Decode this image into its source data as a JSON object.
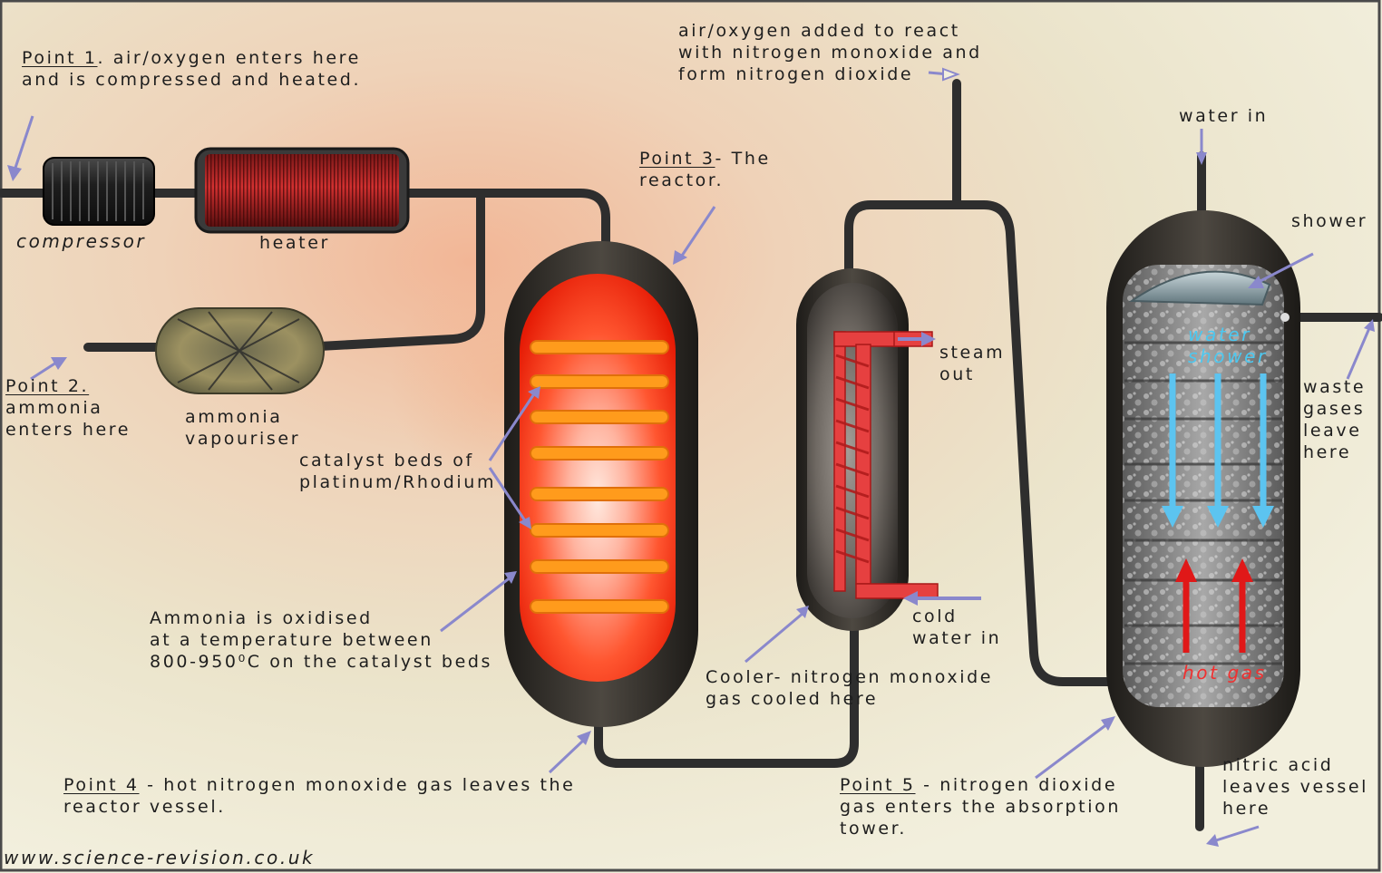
{
  "labels": {
    "point1": {
      "head": "Point 1",
      "line1": ". air/oxygen enters here",
      "line2": "and is compressed and heated."
    },
    "compressor": "compressor",
    "heater": "heater",
    "point2": {
      "head": "Point 2.",
      "line1": "ammonia",
      "line2": "enters here"
    },
    "vapouriser": {
      "line1": "ammonia",
      "line2": "vapouriser"
    },
    "catalyst": {
      "line1": "catalyst beds of",
      "line2": "platinum/Rhodium"
    },
    "oxidised": {
      "line1": "Ammonia is oxidised",
      "line2": "at a temperature between",
      "line3": "800-950⁰C on the catalyst beds"
    },
    "point3": {
      "head": "Point 3",
      "tail": "- The",
      "line2": "reactor."
    },
    "air_added": {
      "line1": "air/oxygen added to react",
      "line2": "with nitrogen monoxide and",
      "line3": "form nitrogen dioxide"
    },
    "steam_out": {
      "line1": "steam",
      "line2": "out"
    },
    "cold_water": {
      "line1": "cold",
      "line2": "water in"
    },
    "cooler": {
      "line1": "Cooler- nitrogen monoxide",
      "line2": "gas cooled here"
    },
    "point4": {
      "head": "Point 4",
      "tail": " - hot nitrogen monoxide gas leaves the",
      "line2": "reactor vessel."
    },
    "point5": {
      "head": "Point 5",
      "tail": " - nitrogen dioxide",
      "line2": "gas enters the absorption",
      "line3": "tower."
    },
    "water_in": "water in",
    "shower": "shower",
    "water_shower": {
      "line1": "water",
      "line2": "shower"
    },
    "hot_gas": "hot gas",
    "waste": {
      "line1": "waste",
      "line2": "gases",
      "line3": "leave",
      "line4": "here"
    },
    "nitric": {
      "line1": "nitric acid",
      "line2": "leaves vessel",
      "line3": "here"
    },
    "website": "www.science-revision.co.uk"
  },
  "colors": {
    "background_light": "#f1eedb",
    "background_warm": "#f0b898",
    "pipe": "#2e2e2e",
    "arrow": "#8a88cc",
    "reactor_glow": "#ff3a12",
    "catalyst_bed": "#ff9a1a",
    "coil": "#e83838",
    "shower_arrow": "#5cc4f0",
    "hot_gas_arrow": "#e01818"
  }
}
